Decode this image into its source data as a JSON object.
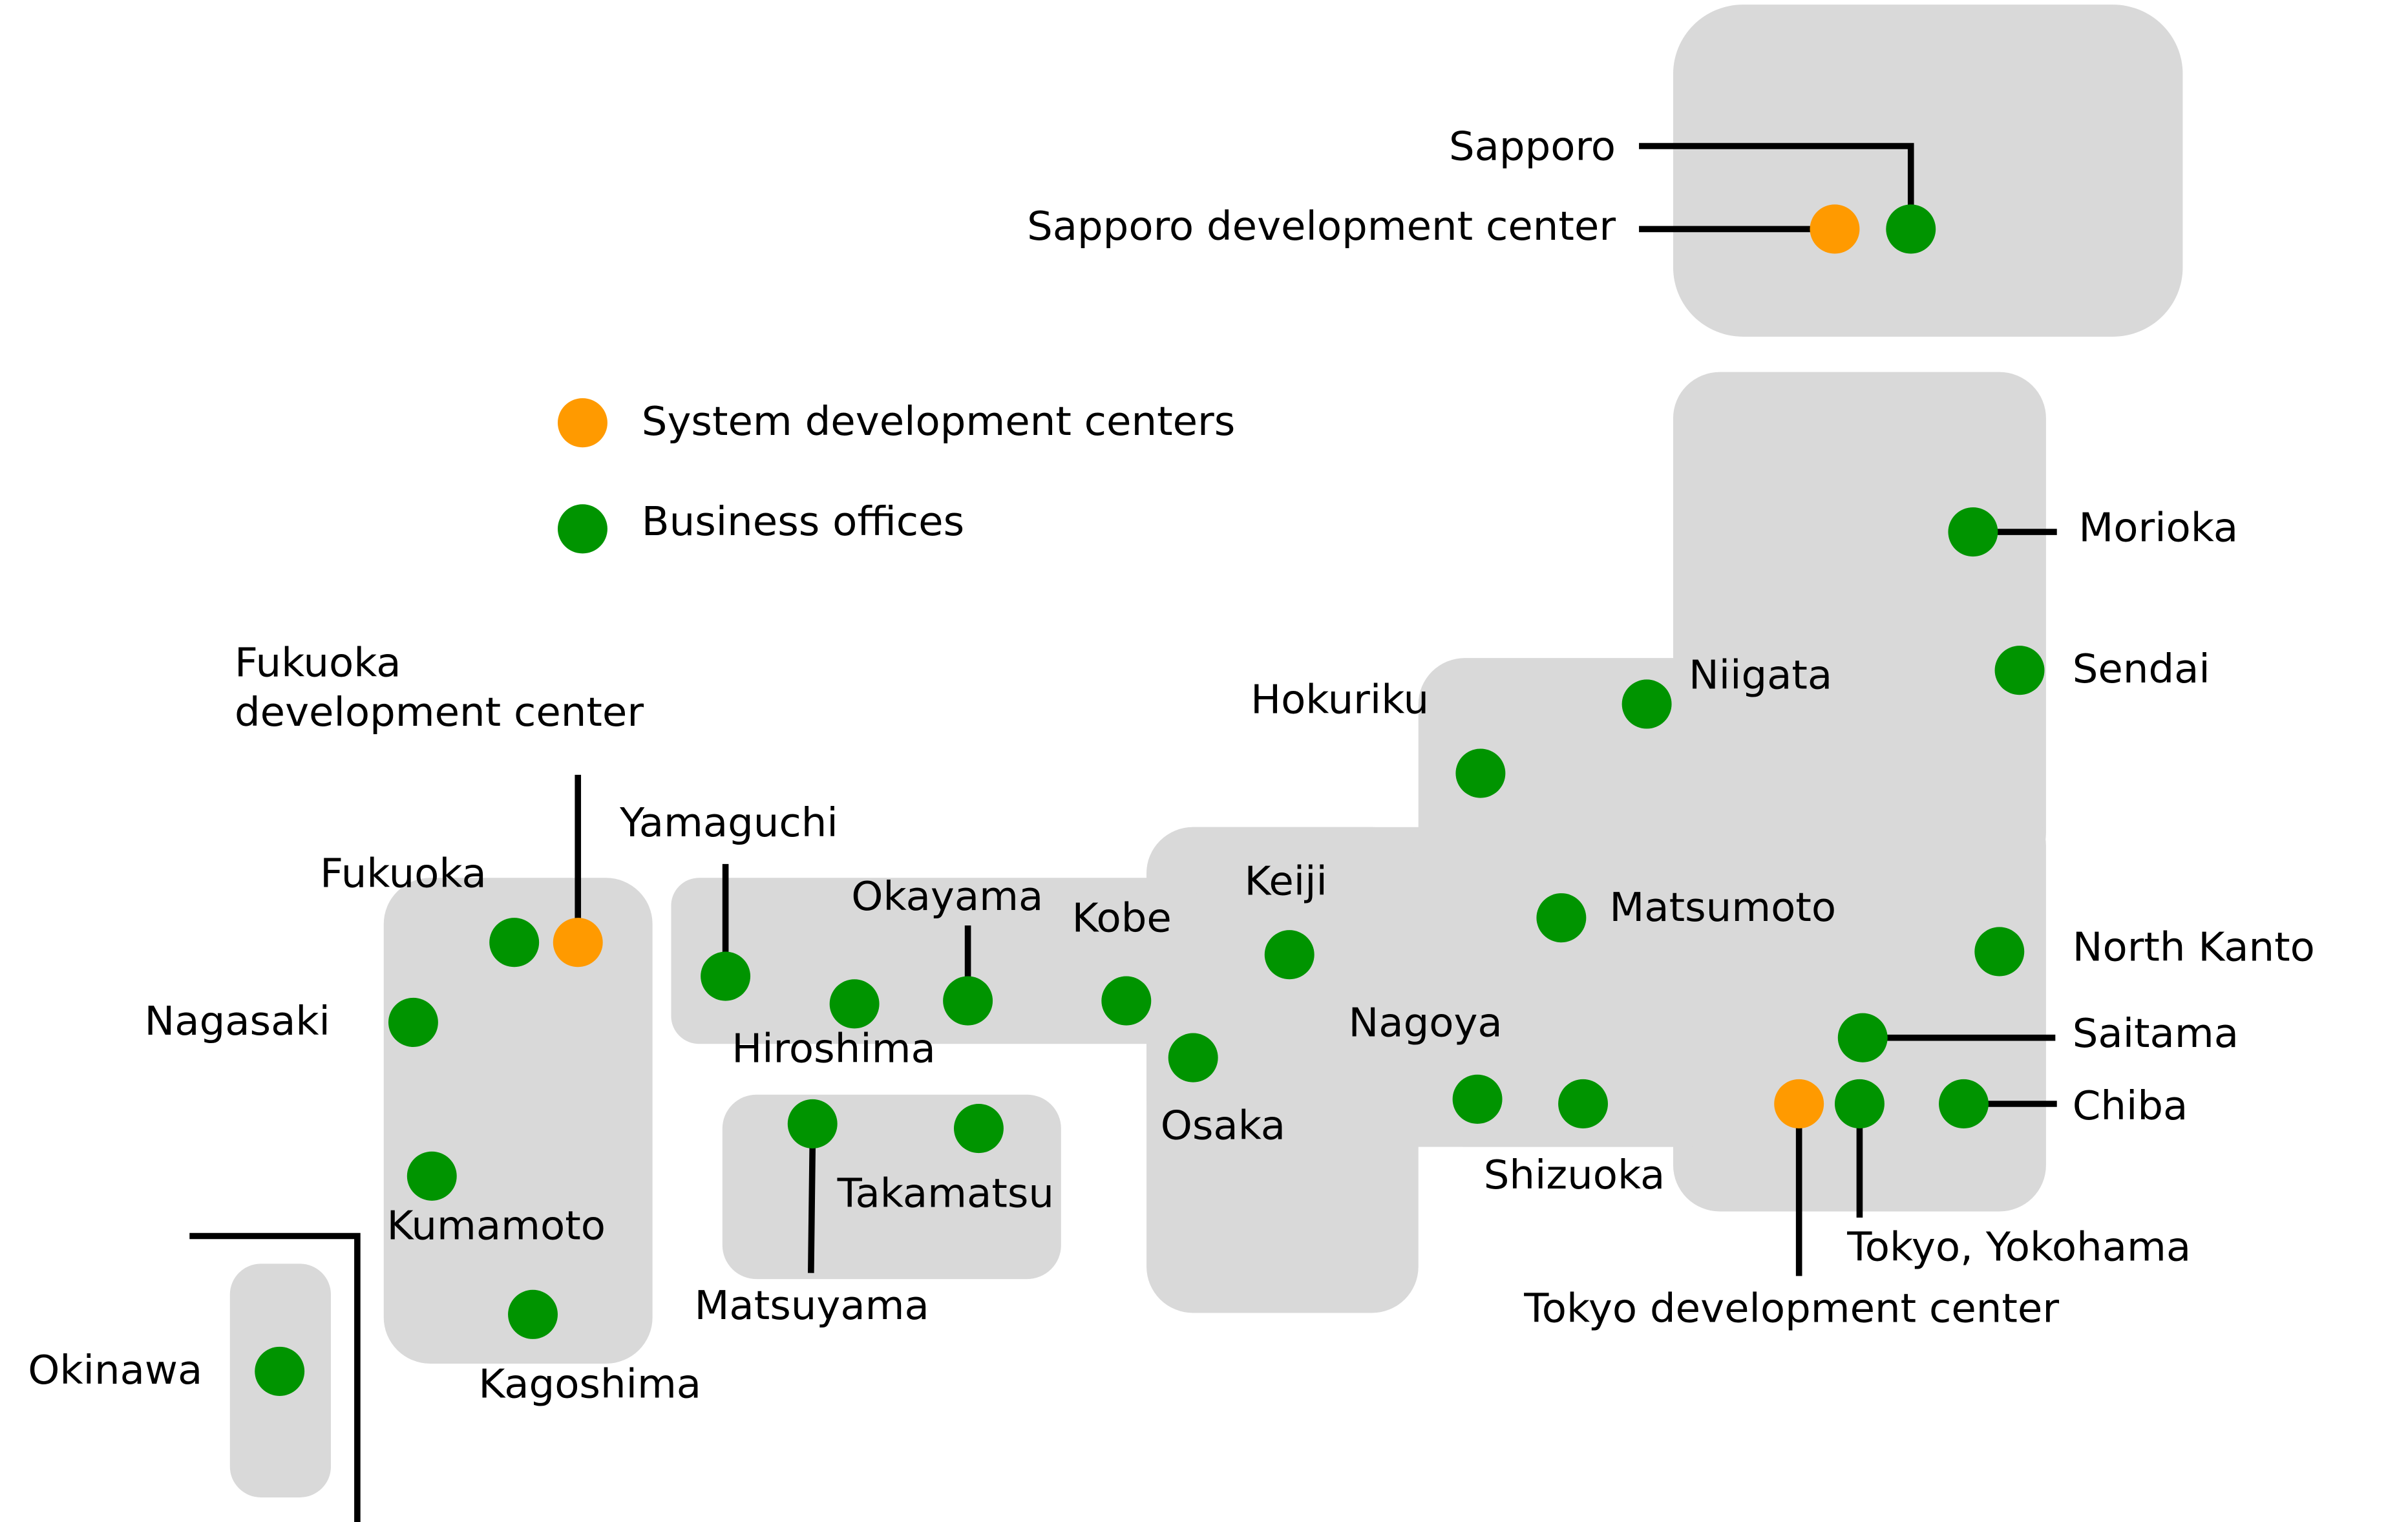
{
  "colors": {
    "region": "#d9d9d9",
    "system_development_center": "#ff9a00",
    "business_office": "#009400",
    "leader_line": "#000000",
    "text": "#000000"
  },
  "legend": {
    "items": [
      {
        "type": "system_development_center",
        "label": "System development centers"
      },
      {
        "type": "business_office",
        "label": "Business offices"
      }
    ]
  },
  "labels": {
    "sapporo": "Sapporo",
    "sapporo_dev": "Sapporo development center",
    "morioka": "Morioka",
    "sendai": "Sendai",
    "niigata": "Niigata",
    "hokuriku": "Hokuriku",
    "matsumoto": "Matsumoto",
    "north_kanto": "North Kanto",
    "saitama": "Saitama",
    "chiba": "Chiba",
    "tokyo_yokohama": "Tokyo, Yokohama",
    "tokyo_dev": "Tokyo development center",
    "shizuoka": "Shizuoka",
    "nagoya": "Nagoya",
    "keiji": "Keiji",
    "osaka": "Osaka",
    "kobe": "Kobe",
    "okayama": "Okayama",
    "hiroshima": "Hiroshima",
    "yamaguchi": "Yamaguchi",
    "takamatsu": "Takamatsu",
    "matsuyama": "Matsuyama",
    "fukuoka_dev_line1": "Fukuoka",
    "fukuoka_dev_line2": "development center",
    "fukuoka": "Fukuoka",
    "nagasaki": "Nagasaki",
    "kumamoto": "Kumamoto",
    "kagoshima": "Kagoshima",
    "okinawa": "Okinawa"
  },
  "locations": [
    {
      "name": "Sapporo development center",
      "type": "system_development_center"
    },
    {
      "name": "Sapporo",
      "type": "business_office"
    },
    {
      "name": "Morioka",
      "type": "business_office"
    },
    {
      "name": "Sendai",
      "type": "business_office"
    },
    {
      "name": "Niigata",
      "type": "business_office"
    },
    {
      "name": "Hokuriku",
      "type": "business_office"
    },
    {
      "name": "Matsumoto",
      "type": "business_office"
    },
    {
      "name": "North Kanto",
      "type": "business_office"
    },
    {
      "name": "Saitama",
      "type": "business_office"
    },
    {
      "name": "Tokyo development center",
      "type": "system_development_center"
    },
    {
      "name": "Tokyo, Yokohama",
      "type": "business_office"
    },
    {
      "name": "Chiba",
      "type": "business_office"
    },
    {
      "name": "Nagoya",
      "type": "business_office"
    },
    {
      "name": "Shizuoka",
      "type": "business_office"
    },
    {
      "name": "Keiji",
      "type": "business_office"
    },
    {
      "name": "Osaka",
      "type": "business_office"
    },
    {
      "name": "Kobe",
      "type": "business_office"
    },
    {
      "name": "Okayama",
      "type": "business_office"
    },
    {
      "name": "Hiroshima",
      "type": "business_office"
    },
    {
      "name": "Yamaguchi",
      "type": "business_office"
    },
    {
      "name": "Matsuyama",
      "type": "business_office"
    },
    {
      "name": "Takamatsu",
      "type": "business_office"
    },
    {
      "name": "Fukuoka",
      "type": "business_office"
    },
    {
      "name": "Fukuoka development center",
      "type": "system_development_center"
    },
    {
      "name": "Nagasaki",
      "type": "business_office"
    },
    {
      "name": "Kumamoto",
      "type": "business_office"
    },
    {
      "name": "Kagoshima",
      "type": "business_office"
    },
    {
      "name": "Okinawa",
      "type": "business_office"
    }
  ]
}
